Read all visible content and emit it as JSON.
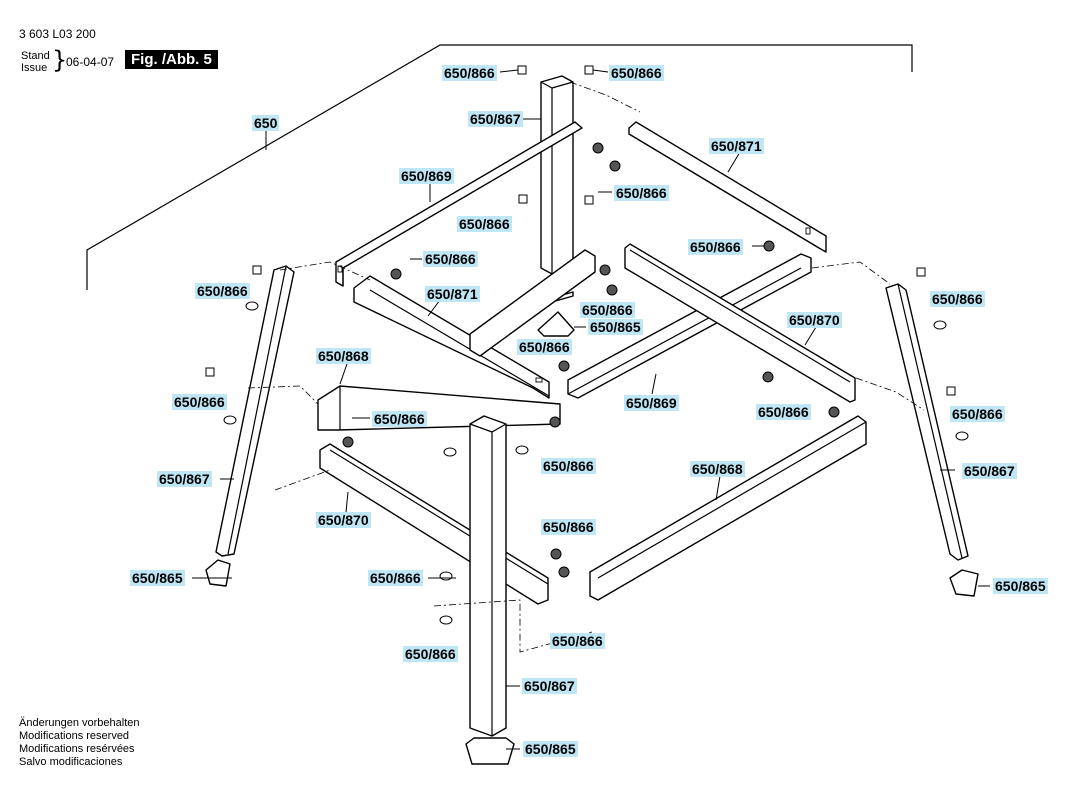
{
  "header": {
    "doc_number": "3 603 L03 200",
    "stand_label": "Stand",
    "issue_label": "Issue",
    "date": "06-04-07",
    "fig_label": "Fig. /Abb. 5"
  },
  "callouts": {
    "c650": "650",
    "c866_top_left": "650/866",
    "c866_top_right": "650/866",
    "c867_top": "650/867",
    "c869_top": "650/869",
    "c871_right": "650/871",
    "c866_mid_right": "650/866",
    "c866_center_left": "650/866",
    "c866_right_crossbar": "650/866",
    "c866_left_bracket": "650/866",
    "c866_left_leg": "650/866",
    "c871_center": "650/871",
    "c866_center_low": "650/866",
    "c865_center": "650/865",
    "c866_far_right": "650/866",
    "c870_right": "650/870",
    "c868_left": "650/868",
    "c866_center_mid": "650/866",
    "c866_left_mid": "650/866",
    "c869_center": "650/869",
    "c866_right_bracket": "650/866",
    "c866_right_leg": "650/866",
    "c866_mid": "650/866",
    "c866_center_bolt": "650/866",
    "c868_right": "650/868",
    "c867_left": "650/867",
    "c867_right": "650/867",
    "c870_left": "650/870",
    "c866_lower_center": "650/866",
    "c865_left": "650/865",
    "c866_front_leg": "650/866",
    "c865_right": "650/865",
    "c866_lower_nut": "650/866",
    "c866_bottom_bolt": "650/866",
    "c867_front": "650/867",
    "c865_front": "650/865"
  },
  "footer": {
    "line1": "Änderungen vorbehalten",
    "line2": "Modifications reserved",
    "line3": "Modifications resérvées",
    "line4": "Salvo modificaciones"
  }
}
